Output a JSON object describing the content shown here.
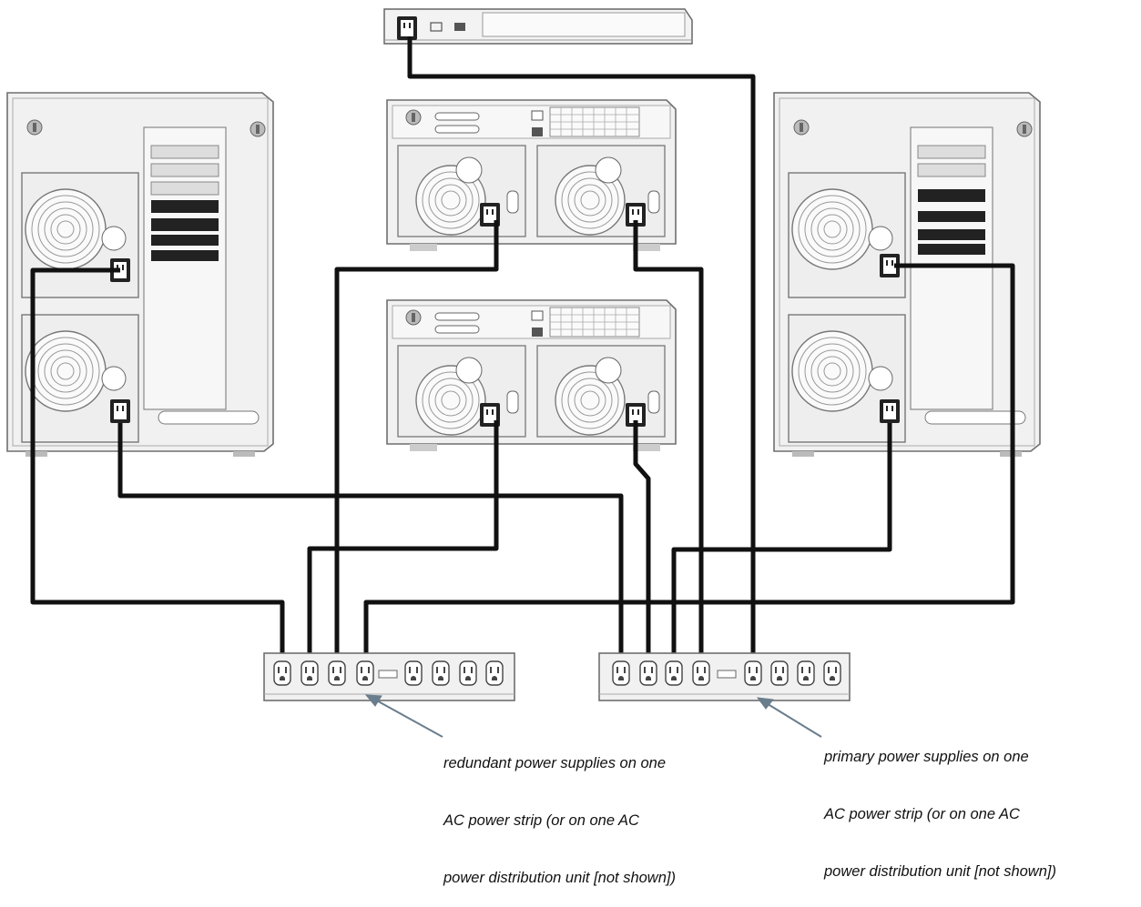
{
  "callouts": {
    "redundant": [
      "redundant power supplies on one",
      "AC power strip (or on one AC",
      "power distribution unit [not shown])"
    ],
    "primary": [
      "primary power supplies on one",
      "AC power strip (or on one AC",
      "power distribution unit [not shown])"
    ]
  },
  "colors": {
    "cable": "#111111",
    "chassis": "#f1f1f1",
    "outline": "#6f6f6f",
    "arrow": "#6a7d8c"
  }
}
